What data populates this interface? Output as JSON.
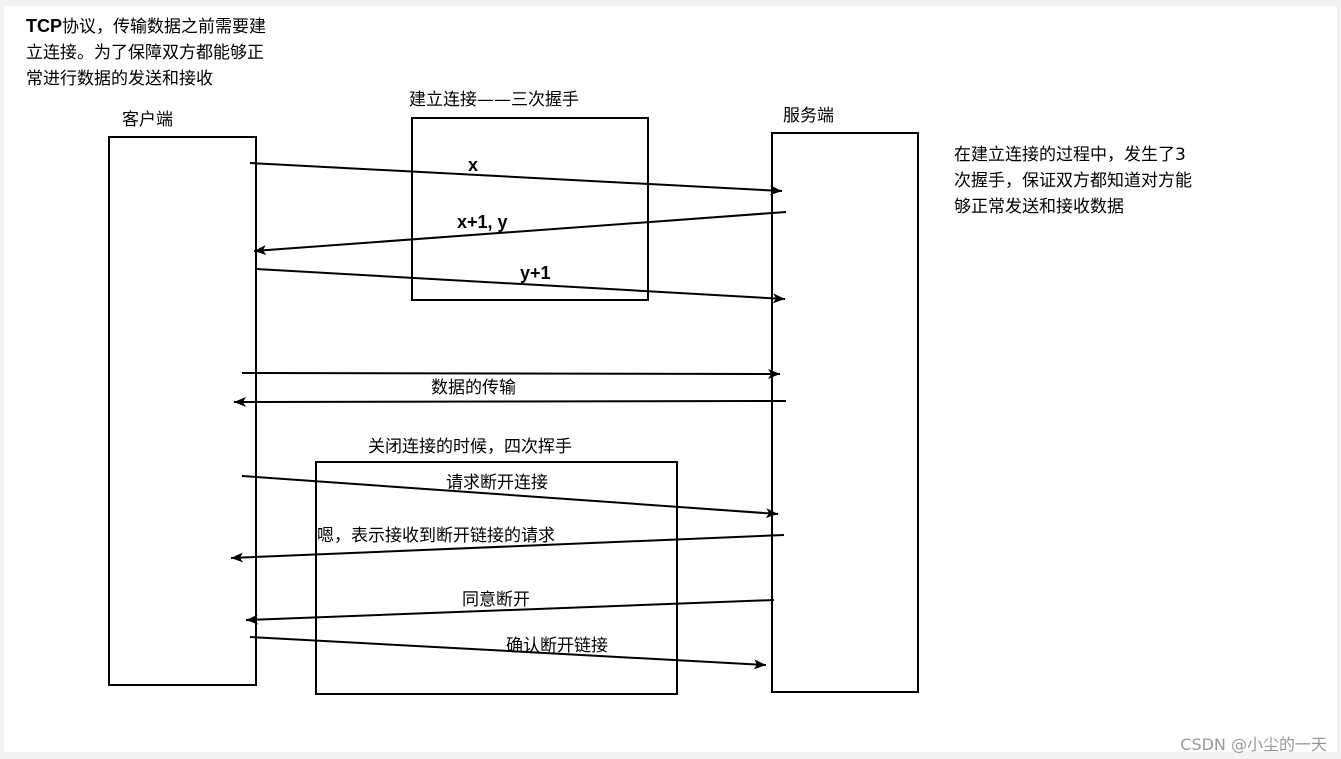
{
  "intro": {
    "tcp": "TCP",
    "line1_rest": "协议，传输数据之前需要建",
    "line2": "立连接。为了保障双方都能够正",
    "line3": "常进行数据的发送和接收"
  },
  "client_label": "客户端",
  "server_label": "服务端",
  "handshake_title": "建立连接——三次握手",
  "handshake_messages": [
    "x",
    "x+1, y",
    "y+1"
  ],
  "transfer_label": "数据的传输",
  "wave_title": "关闭连接的时候，四次挥手",
  "wave_messages": [
    "请求断开连接",
    "嗯，表示接收到断开链接的请求",
    "同意断开",
    "确认断开链接"
  ],
  "side_note": {
    "line1": "在建立连接的过程中，发生了3",
    "line2": "次握手，保证双方都知道对方能",
    "line3": "够正常发送和接收数据"
  },
  "watermark": "CSDN @小尘的一天"
}
